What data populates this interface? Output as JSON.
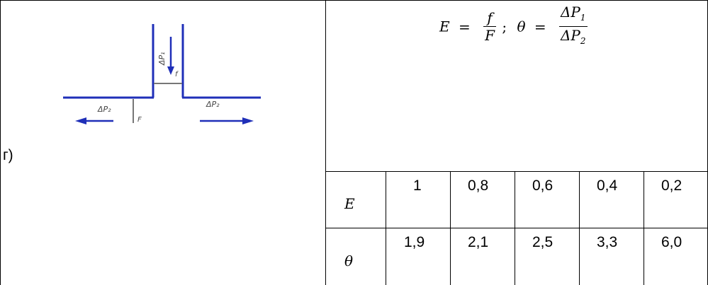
{
  "left_cell": {
    "label": "г)",
    "diagram_labels": {
      "dp1": "ΔP₁",
      "f": "f",
      "dp_left": "ΔP₂",
      "dp_right": "ΔP₂",
      "F": "F"
    },
    "colors": {
      "diagram_line": "#1f2fb8",
      "arrow": "#1f2fb8"
    }
  },
  "formula": {
    "E_lhs": "E",
    "eq1": "=",
    "f_num": "f",
    "F_den": "F",
    "sep": ";",
    "theta_lhs": "θ",
    "eq2": "=",
    "dp_num": "ΔP",
    "dp_num_sub": "1",
    "dp_den": "ΔP",
    "dp_den_sub": "2"
  },
  "table": {
    "row_E": {
      "label": "E",
      "values": [
        "1",
        "0,8",
        "0,6",
        "0,4",
        "0,2"
      ]
    },
    "row_theta": {
      "label": "θ",
      "values": [
        "1,9",
        "2,1",
        "2,5",
        "3,3",
        "6,0"
      ]
    }
  }
}
